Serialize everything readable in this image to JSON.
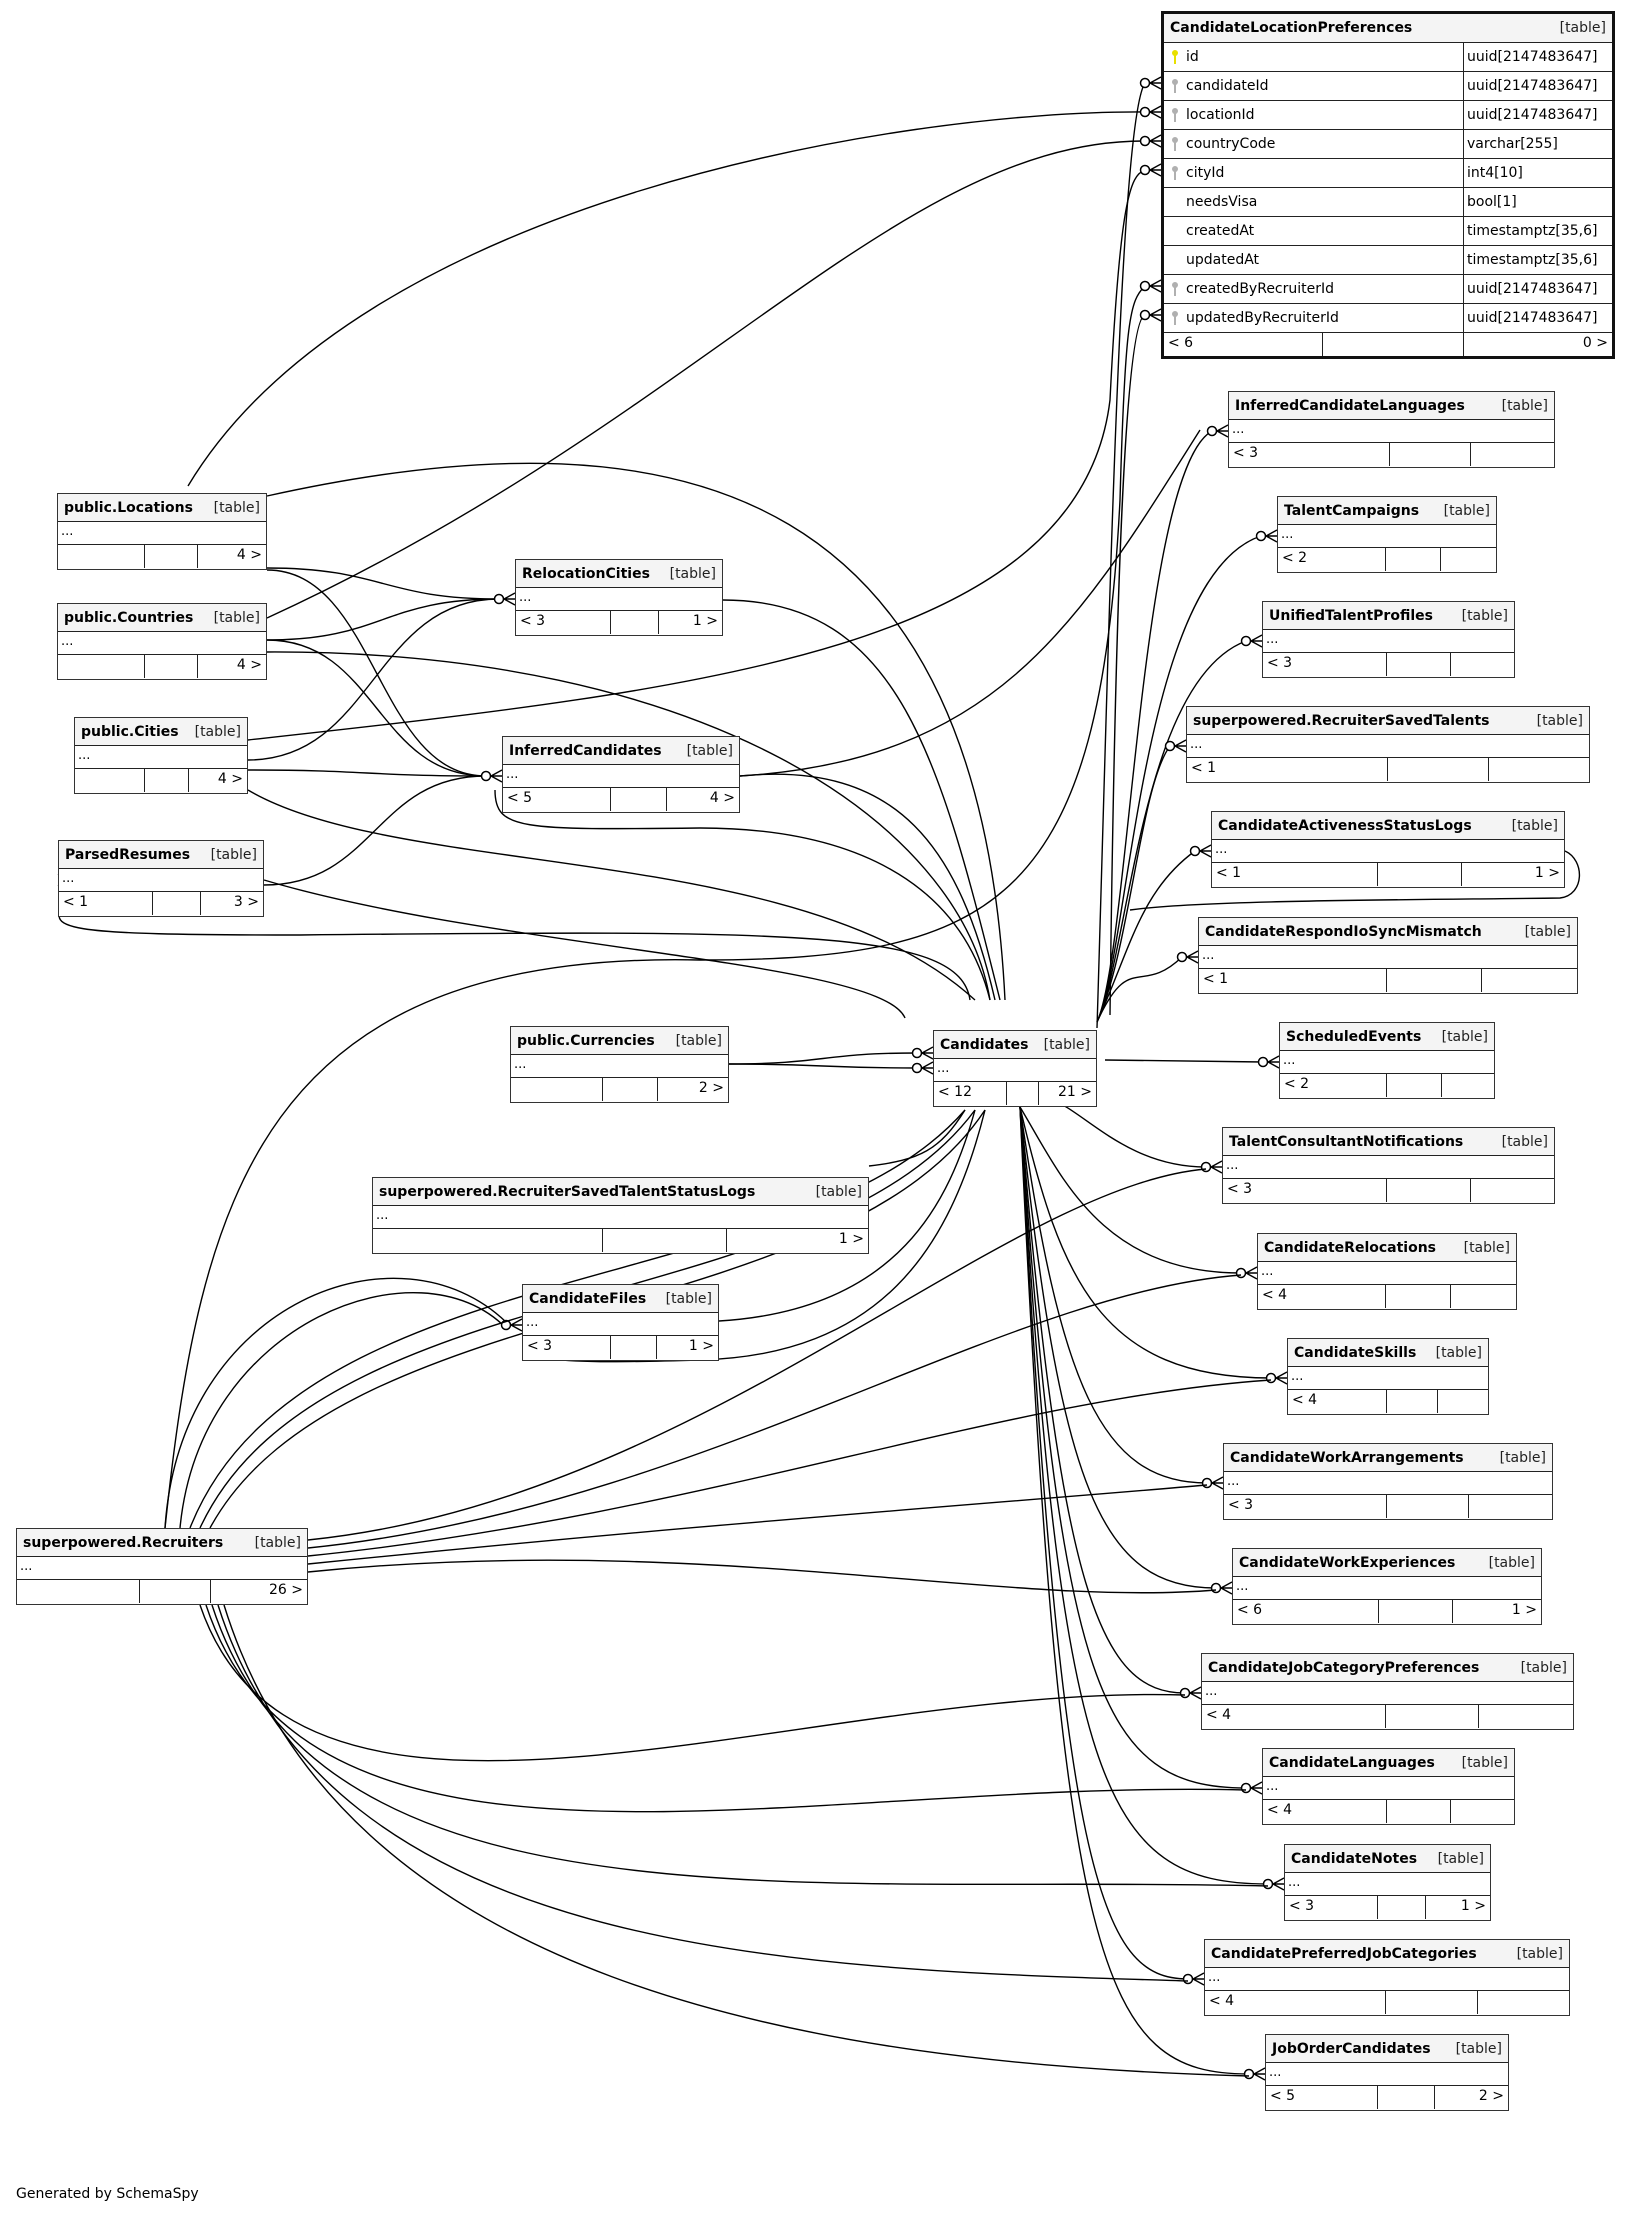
{
  "diagram": {
    "type_label": "[table]",
    "collapsed_columns": "...",
    "footer": "Generated by SchemaSpy"
  },
  "focus_table": {
    "name": "CandidateLocationPreferences",
    "type": "[table]",
    "columns": [
      {
        "name": "id",
        "type": "uuid[2147483647]",
        "key": "primary"
      },
      {
        "name": "candidateId",
        "type": "uuid[2147483647]",
        "key": "foreign"
      },
      {
        "name": "locationId",
        "type": "uuid[2147483647]",
        "key": "foreign"
      },
      {
        "name": "countryCode",
        "type": "varchar[255]",
        "key": "foreign"
      },
      {
        "name": "cityId",
        "type": "int4[10]",
        "key": "foreign"
      },
      {
        "name": "needsVisa",
        "type": "bool[1]",
        "key": "none"
      },
      {
        "name": "createdAt",
        "type": "timestamptz[35,6]",
        "key": "none"
      },
      {
        "name": "updatedAt",
        "type": "timestamptz[35,6]",
        "key": "none"
      },
      {
        "name": "createdByRecruiterId",
        "type": "uuid[2147483647]",
        "key": "foreign"
      },
      {
        "name": "updatedByRecruiterId",
        "type": "uuid[2147483647]",
        "key": "foreign"
      }
    ],
    "parents": "< 6",
    "children": "0 >",
    "key_colors": {
      "primary": "#e8e000",
      "foreign": "#b0b0b0"
    }
  },
  "tables": [
    {
      "id": "locations",
      "name": "public.Locations",
      "parents": "",
      "children": "4 >"
    },
    {
      "id": "countries",
      "name": "public.Countries",
      "parents": "",
      "children": "4 >"
    },
    {
      "id": "cities",
      "name": "public.Cities",
      "parents": "",
      "children": "4 >"
    },
    {
      "id": "parsedresumes",
      "name": "ParsedResumes",
      "parents": "< 1",
      "children": "3 >"
    },
    {
      "id": "relocationcities",
      "name": "RelocationCities",
      "parents": "< 3",
      "children": "1 >"
    },
    {
      "id": "inferredcandidates",
      "name": "InferredCandidates",
      "parents": "< 5",
      "children": "4 >"
    },
    {
      "id": "currencies",
      "name": "public.Currencies",
      "parents": "",
      "children": "2 >"
    },
    {
      "id": "candidates",
      "name": "Candidates",
      "parents": "< 12",
      "children": "21 >"
    },
    {
      "id": "statuslogs",
      "name": "superpowered.RecruiterSavedTalentStatusLogs",
      "parents": "",
      "children": "1 >"
    },
    {
      "id": "candidatefiles",
      "name": "CandidateFiles",
      "parents": "< 3",
      "children": "1 >"
    },
    {
      "id": "recruiters",
      "name": "superpowered.Recruiters",
      "parents": "",
      "children": "26 >"
    },
    {
      "id": "inferredlangs",
      "name": "InferredCandidateLanguages",
      "parents": "< 3",
      "children": ""
    },
    {
      "id": "talentcampaigns",
      "name": "TalentCampaigns",
      "parents": "< 2",
      "children": ""
    },
    {
      "id": "unifiedprofiles",
      "name": "UnifiedTalentProfiles",
      "parents": "< 3",
      "children": ""
    },
    {
      "id": "savedtalents",
      "name": "superpowered.RecruiterSavedTalents",
      "parents": "< 1",
      "children": ""
    },
    {
      "id": "activeness",
      "name": "CandidateActivenessStatusLogs",
      "parents": "< 1",
      "children": "1 >"
    },
    {
      "id": "respondio",
      "name": "CandidateRespondIoSyncMismatch",
      "parents": "< 1",
      "children": ""
    },
    {
      "id": "scheduledevents",
      "name": "ScheduledEvents",
      "parents": "< 2",
      "children": ""
    },
    {
      "id": "tcnotifications",
      "name": "TalentConsultantNotifications",
      "parents": "< 3",
      "children": ""
    },
    {
      "id": "relocations",
      "name": "CandidateRelocations",
      "parents": "< 4",
      "children": ""
    },
    {
      "id": "skills",
      "name": "CandidateSkills",
      "parents": "< 4",
      "children": ""
    },
    {
      "id": "workarr",
      "name": "CandidateWorkArrangements",
      "parents": "< 3",
      "children": ""
    },
    {
      "id": "workexp",
      "name": "CandidateWorkExperiences",
      "parents": "< 6",
      "children": "1 >"
    },
    {
      "id": "jobcatprefs",
      "name": "CandidateJobCategoryPreferences",
      "parents": "< 4",
      "children": ""
    },
    {
      "id": "languages",
      "name": "CandidateLanguages",
      "parents": "< 4",
      "children": ""
    },
    {
      "id": "notes",
      "name": "CandidateNotes",
      "parents": "< 3",
      "children": "1 >"
    },
    {
      "id": "prefjobcats",
      "name": "CandidatePreferredJobCategories",
      "parents": "< 4",
      "children": ""
    },
    {
      "id": "jobordercands",
      "name": "JobOrderCandidates",
      "parents": "< 5",
      "children": "2 >"
    }
  ]
}
